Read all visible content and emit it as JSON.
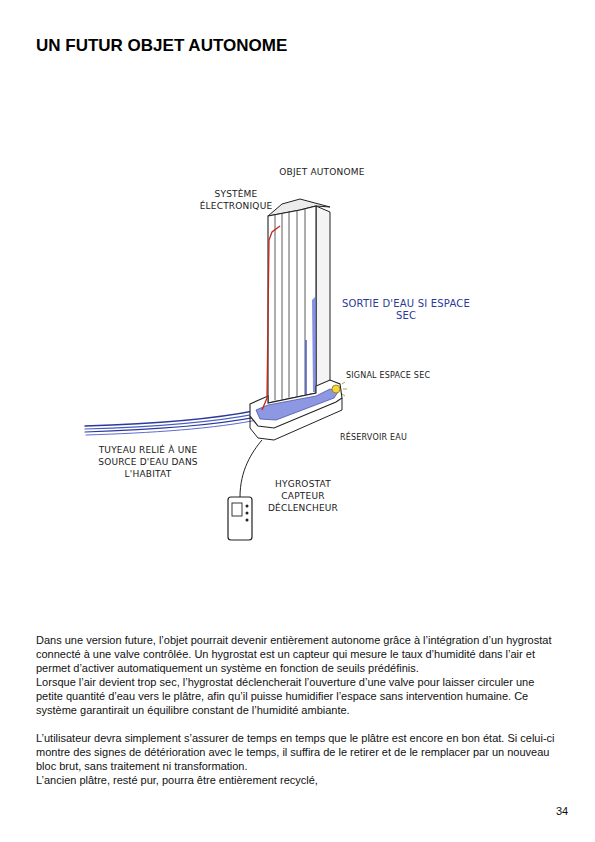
{
  "diagram": {
    "title": "UN FUTUR OBJET AUTONOME",
    "labels": [
      "OBJET AUTONOME",
      "SYSTÈME ÉLECTRONIQUE",
      "SORTIE D'EAU SI ESPACE SEC",
      "SIGNAL ESPACE SEC",
      "RÉSERVOIR EAU",
      "TUYEAU RELIÉ À UNE SOURCE D'EAU DANS L'HABITAT",
      "HYGROSTAT CAPTEUR DÉCLENCHEUR",
      "Dans une version future, l’objet pourrait devenir entièrement autonome grâce à l’intégration d’un hygrostat connecté à une valve contrôlée. Un hygrostat est un capteur qui mesure le taux d’humidité dans l’air et permet d’activer automatiquement un système en fonction de seuils prédéfinis.",
      "Lorsque l’air devient trop sec, l’hygrostat déclencherait l’ouverture d’une valve pour laisser circuler une petite quantité d’eau vers le plâtre, afin qu’il puisse humidifier l’espace sans intervention humaine. Ce système garantirait un équilibre constant de l’humidité ambiante.",
      "L’utilisateur devra simplement s’assurer de temps en temps que le plâtre est encore en bon état. Si celui-ci montre des signes de détérioration avec le temps, il suffira de le retirer et de le remplacer par un nouveau bloc brut, sans traitement ni transformation.",
      "L’ancien plâtre, resté pur, pourra être entièrement recyclé,",
      "34"
    ]
  }
}
